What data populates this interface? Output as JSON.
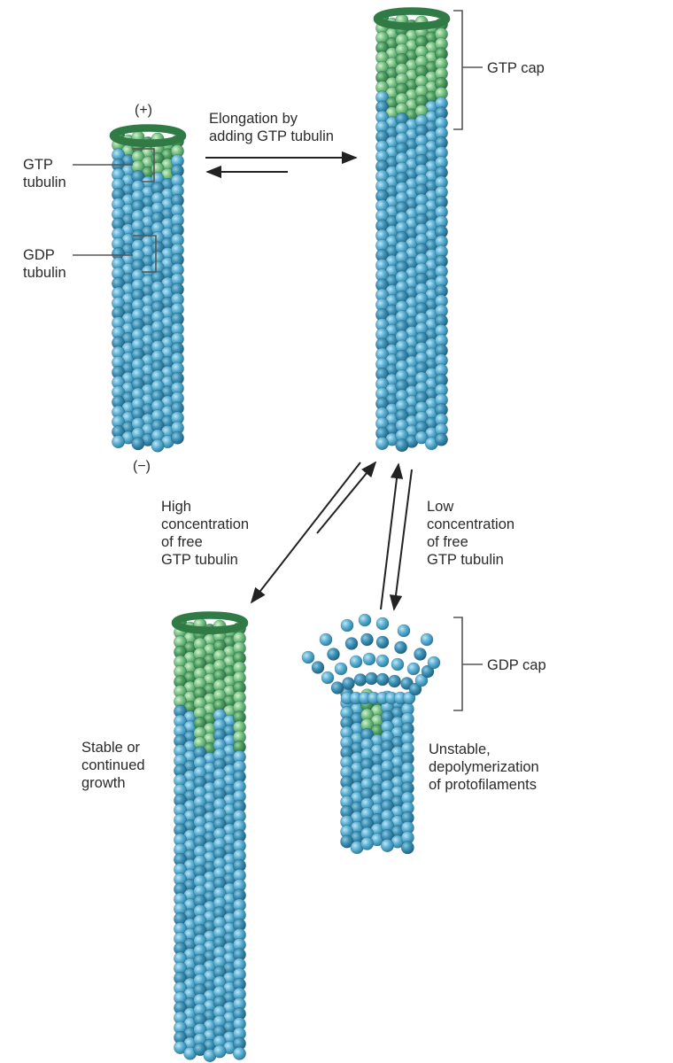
{
  "labels": {
    "plus_end": "(+)",
    "minus_end": "(−)",
    "gtp_tubulin": [
      "GTP",
      "tubulin"
    ],
    "gdp_tubulin": [
      "GDP",
      "tubulin"
    ],
    "elongation": [
      "Elongation by",
      "adding GTP tubulin"
    ],
    "gtp_cap": "GTP cap",
    "high_conc": [
      "High",
      "concentration",
      "of free",
      "GTP tubulin"
    ],
    "low_conc": [
      "Low",
      "concentration",
      "of free",
      "GTP tubulin"
    ],
    "stable": [
      "Stable or",
      "continued",
      "growth"
    ],
    "gdp_cap": "GDP cap",
    "unstable": [
      "Unstable,",
      "depolymerization",
      "of protofilaments"
    ]
  },
  "colors": {
    "gdp_blue": "#4aa3c8",
    "gdp_blue_dark": "#2c7a9c",
    "gtp_green": "#6cbf7a",
    "gtp_green_dark": "#3f8f55",
    "rim_green": "#2f7a45",
    "arrow": "#222222",
    "bracket": "#555555"
  },
  "icons": [
    "microtubule-short",
    "microtubule-capped",
    "microtubule-growing",
    "microtubule-depolymerizing"
  ]
}
